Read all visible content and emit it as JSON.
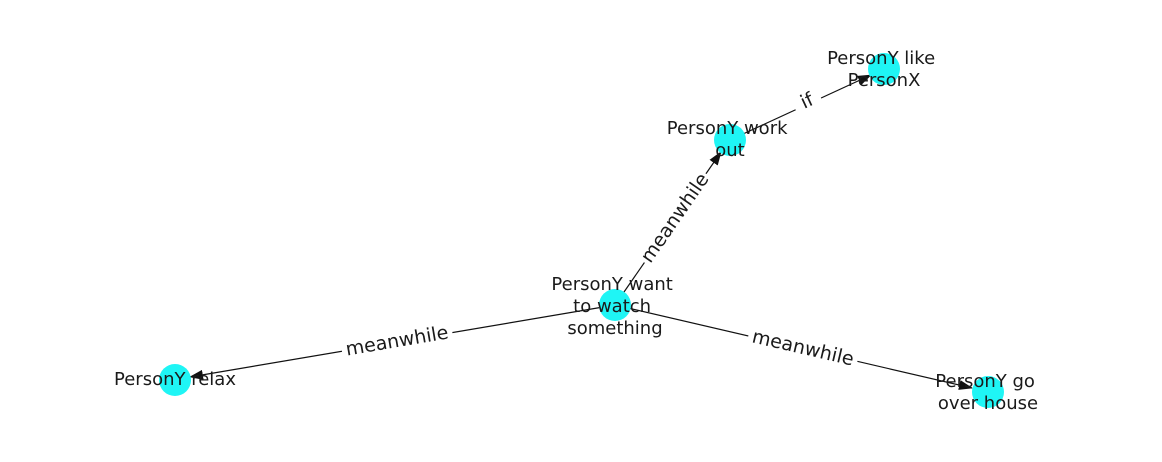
{
  "colors": {
    "node": "#1ff5f5",
    "edge": "#111111",
    "text": "#1a1a1a"
  },
  "nodes": {
    "center": {
      "lines": [
        "PersonY want",
        "to watch",
        "something"
      ]
    },
    "workout": {
      "lines": [
        "PersonY work",
        "out"
      ]
    },
    "like": {
      "lines": [
        "PersonY like",
        "PersonX"
      ]
    },
    "relax": {
      "lines": [
        "PersonY relax"
      ]
    },
    "house": {
      "lines": [
        "PersonY go",
        "over house"
      ]
    }
  },
  "edges": {
    "center_workout": {
      "label": "meanwhile"
    },
    "workout_like": {
      "label": "if"
    },
    "center_relax": {
      "label": "meanwhile"
    },
    "center_house": {
      "label": "meanwhile"
    }
  }
}
